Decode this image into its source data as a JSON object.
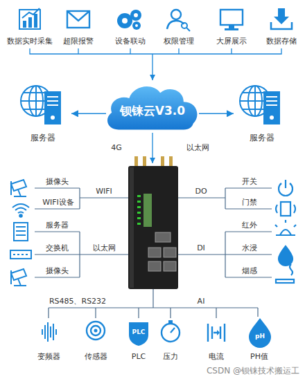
{
  "diagram": {
    "nodes": [
      {
        "text": [
          "钡铼云V3.0"
        ]
      },
      {
        "text": [
          "服务器"
        ]
      },
      {
        "text": [
          "服务器"
        ]
      }
    ],
    "edges": [
      {
        "from": 0,
        "to": 1,
        "arrow": "to"
      },
      {
        "from": 0,
        "to": 2,
        "arrow": "to"
      }
    ],
    "labels": [
      "数据实时采集",
      "超限报警",
      "设备联动",
      "权限管理",
      "大屏展示",
      "数据存储",
      "4G",
      "以太网",
      "WIFI",
      "摄像头",
      "WIFI设备",
      "服务器",
      "交换机",
      "摄像头",
      "以太网",
      "DO",
      "开关",
      "门禁",
      "DI",
      "红外",
      "水浸",
      "烟感",
      "RS485、RS232",
      "AI",
      "变频器",
      "传感器",
      "PLC",
      "压力",
      "电流",
      "PH值",
      "PLC",
      "pH",
      "CSDN @钡铼技术搬运工"
    ]
  }
}
